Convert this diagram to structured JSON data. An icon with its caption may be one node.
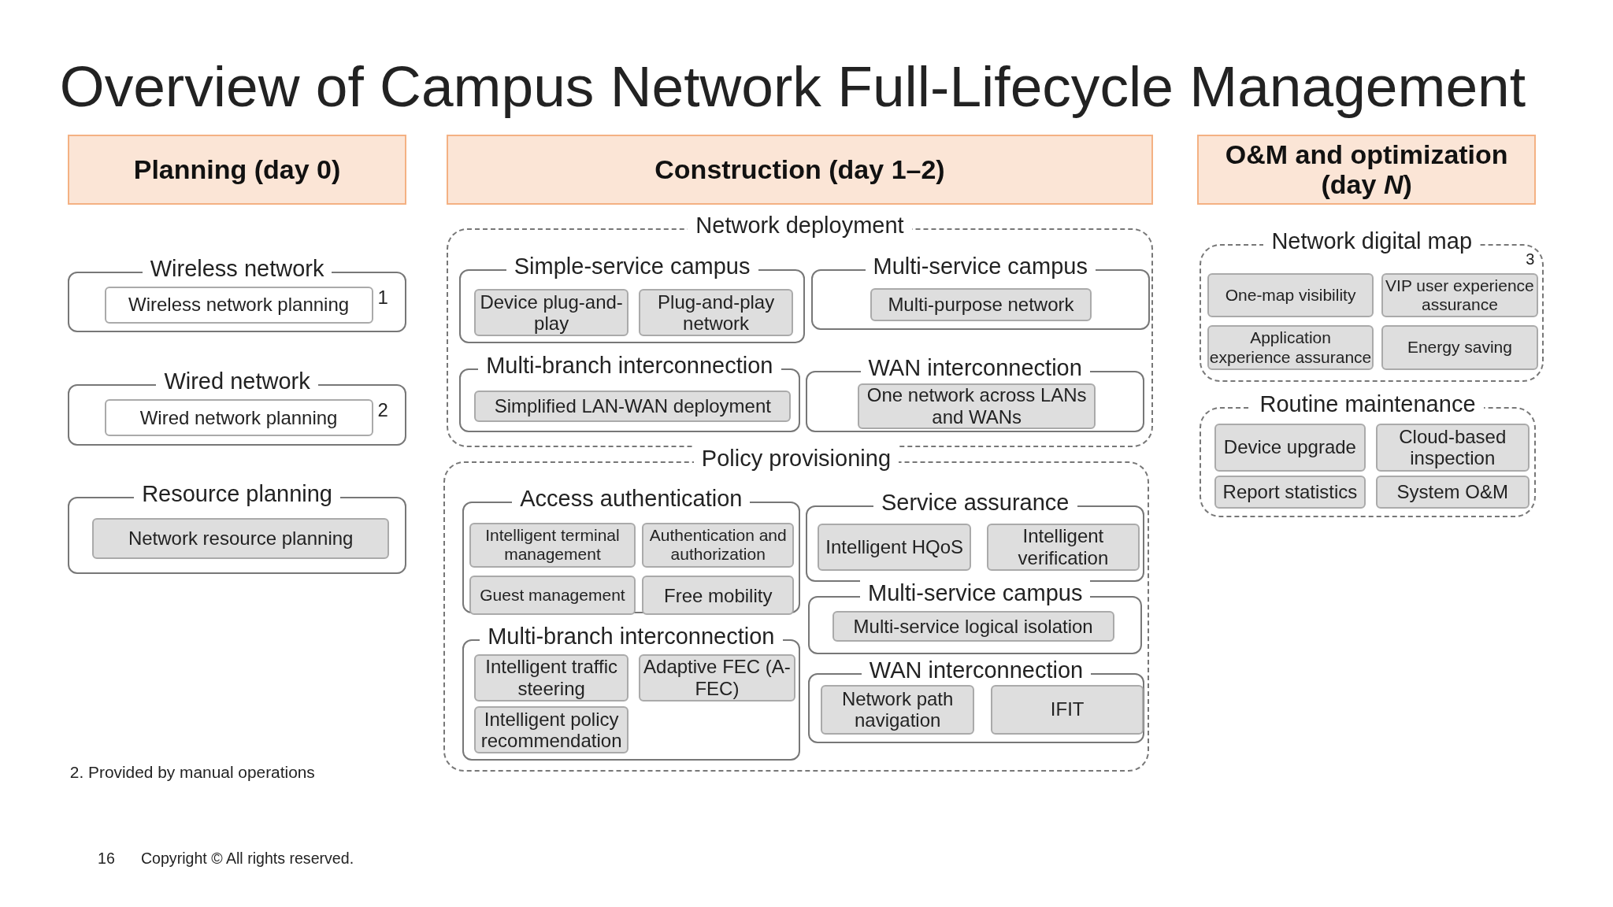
{
  "diagram": {
    "title": "Overview of Campus Network Full-Lifecycle Management",
    "nodes": [
      {
        "text": [
          "Planning (day 0)"
        ]
      },
      {
        "text": [
          "Construction (day 1–2)"
        ]
      },
      {
        "text": [
          "O&M and optimization (day *N*)"
        ]
      },
      {
        "text": [
          "Wireless network"
        ]
      },
      {
        "text": [
          "Wireless network planning"
        ],
        "in": 3,
        "beside": [
          "1"
        ]
      },
      {
        "text": [
          "Wired network"
        ]
      },
      {
        "text": [
          "Wired network planning"
        ],
        "in": 5,
        "beside": [
          "2"
        ]
      },
      {
        "text": [
          "Resource planning"
        ]
      },
      {
        "text": [
          "Network resource planning"
        ],
        "in": 7
      },
      {
        "text": [
          "Network deployment"
        ]
      },
      {
        "text": [
          "Simple-service campus"
        ],
        "in": 9
      },
      {
        "text": [
          "Device plug-and-play"
        ],
        "in": 10
      },
      {
        "text": [
          "Plug-and-play network"
        ],
        "in": 10
      },
      {
        "text": [
          "Multi-service campus"
        ],
        "in": 9
      },
      {
        "text": [
          "Multi-purpose network"
        ],
        "in": 13
      },
      {
        "text": [
          "Multi-branch interconnection"
        ],
        "in": 9
      },
      {
        "text": [
          "Simplified LAN-WAN deployment"
        ],
        "in": 15
      },
      {
        "text": [
          "WAN interconnection"
        ],
        "in": 9
      },
      {
        "text": [
          "One network across LANs and WANs"
        ],
        "in": 17
      },
      {
        "text": [
          "Policy provisioning"
        ]
      },
      {
        "text": [
          "Access authentication"
        ],
        "in": 19
      },
      {
        "text": [
          "Intelligent terminal management"
        ],
        "in": 20
      },
      {
        "text": [
          "Authentication and authorization"
        ],
        "in": 20
      },
      {
        "text": [
          "Guest management"
        ],
        "in": 20
      },
      {
        "text": [
          "Free mobility"
        ],
        "in": 20
      },
      {
        "text": [
          "Multi-branch interconnection"
        ],
        "in": 19
      },
      {
        "text": [
          "Intelligent traffic steering"
        ],
        "in": 25
      },
      {
        "text": [
          "Adaptive FEC (A-FEC)"
        ],
        "in": 25
      },
      {
        "text": [
          "Intelligent policy recommendation"
        ],
        "in": 25
      },
      {
        "text": [
          "Service assurance"
        ],
        "in": 19
      },
      {
        "text": [
          "Intelligent HQoS"
        ],
        "in": 29
      },
      {
        "text": [
          "Intelligent verification"
        ],
        "in": 29
      },
      {
        "text": [
          "Multi-service campus"
        ],
        "in": 19
      },
      {
        "text": [
          "Multi-service logical isolation"
        ],
        "in": 32
      },
      {
        "text": [
          "WAN interconnection"
        ],
        "in": 19
      },
      {
        "text": [
          "Network path navigation"
        ],
        "in": 34
      },
      {
        "text": [
          "IFIT"
        ],
        "in": 34
      },
      {
        "text": [
          "Network digital map"
        ],
        "beside": [
          "3"
        ]
      },
      {
        "text": [
          "One-map visibility"
        ],
        "in": 37
      },
      {
        "text": [
          "VIP user experience assurance"
        ],
        "in": 37
      },
      {
        "text": [
          "Application experience assurance"
        ],
        "in": 37
      },
      {
        "text": [
          "Energy saving"
        ],
        "in": 37
      },
      {
        "text": [
          "Routine maintenance"
        ]
      },
      {
        "text": [
          "Device upgrade"
        ],
        "in": 42
      },
      {
        "text": [
          "Cloud-based inspection"
        ],
        "in": 42
      },
      {
        "text": [
          "Report statistics"
        ],
        "in": 42
      },
      {
        "text": [
          "System O&M"
        ],
        "in": 42
      }
    ],
    "labels": [
      "2. Provided by manual operations",
      "16",
      "Copyright © All rights reserved."
    ]
  }
}
